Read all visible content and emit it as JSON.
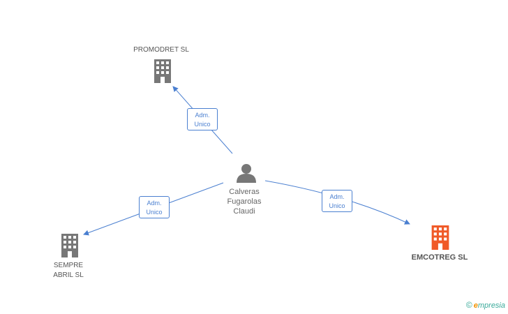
{
  "colors": {
    "edge": "#4a7fd0",
    "company_gray": "#777777",
    "company_focus": "#f05a28",
    "person": "#777777"
  },
  "center": {
    "name_lines": [
      "Calveras",
      "Fugarolas",
      "Claudi"
    ],
    "icon": "person-icon"
  },
  "companies": [
    {
      "id": "promodret",
      "name_lines": [
        "PROMODRET SL"
      ],
      "icon": "building-icon",
      "focus": false
    },
    {
      "id": "sempre",
      "name_lines": [
        "SEMPRE",
        "ABRIL SL"
      ],
      "icon": "building-icon",
      "focus": false
    },
    {
      "id": "emcotreg",
      "name_lines": [
        "EMCOTREG SL"
      ],
      "icon": "building-icon",
      "focus": true
    }
  ],
  "relations": [
    {
      "to": "promodret",
      "role_lines": [
        "Adm.",
        "Unico"
      ]
    },
    {
      "to": "sempre",
      "role_lines": [
        "Adm.",
        "Unico"
      ]
    },
    {
      "to": "emcotreg",
      "role_lines": [
        "Adm.",
        "Unico"
      ]
    }
  ],
  "brand": {
    "copyright": "©",
    "e": "e",
    "rest": "mpresia"
  }
}
